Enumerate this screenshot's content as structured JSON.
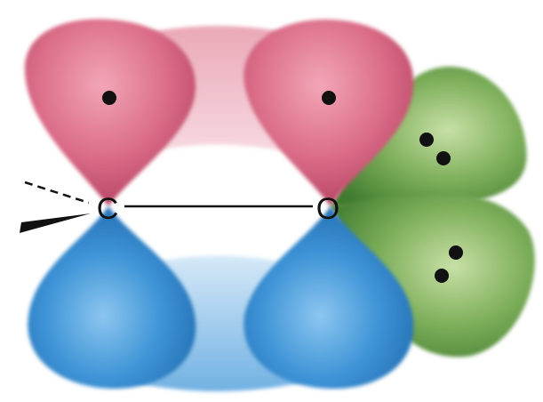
{
  "atoms": {
    "carbon": {
      "symbol": "C"
    },
    "oxygen": {
      "symbol": "O"
    }
  },
  "colors": {
    "upper_lobes": "#d05a78",
    "lower_lobes": "#2f86cf",
    "lone_pair_lobes": "#5f9a44",
    "electron": "#111111",
    "bond": "#111111"
  },
  "electrons": {
    "single_electrons_upper": 2,
    "lone_pairs_on_oxygen": 2
  }
}
